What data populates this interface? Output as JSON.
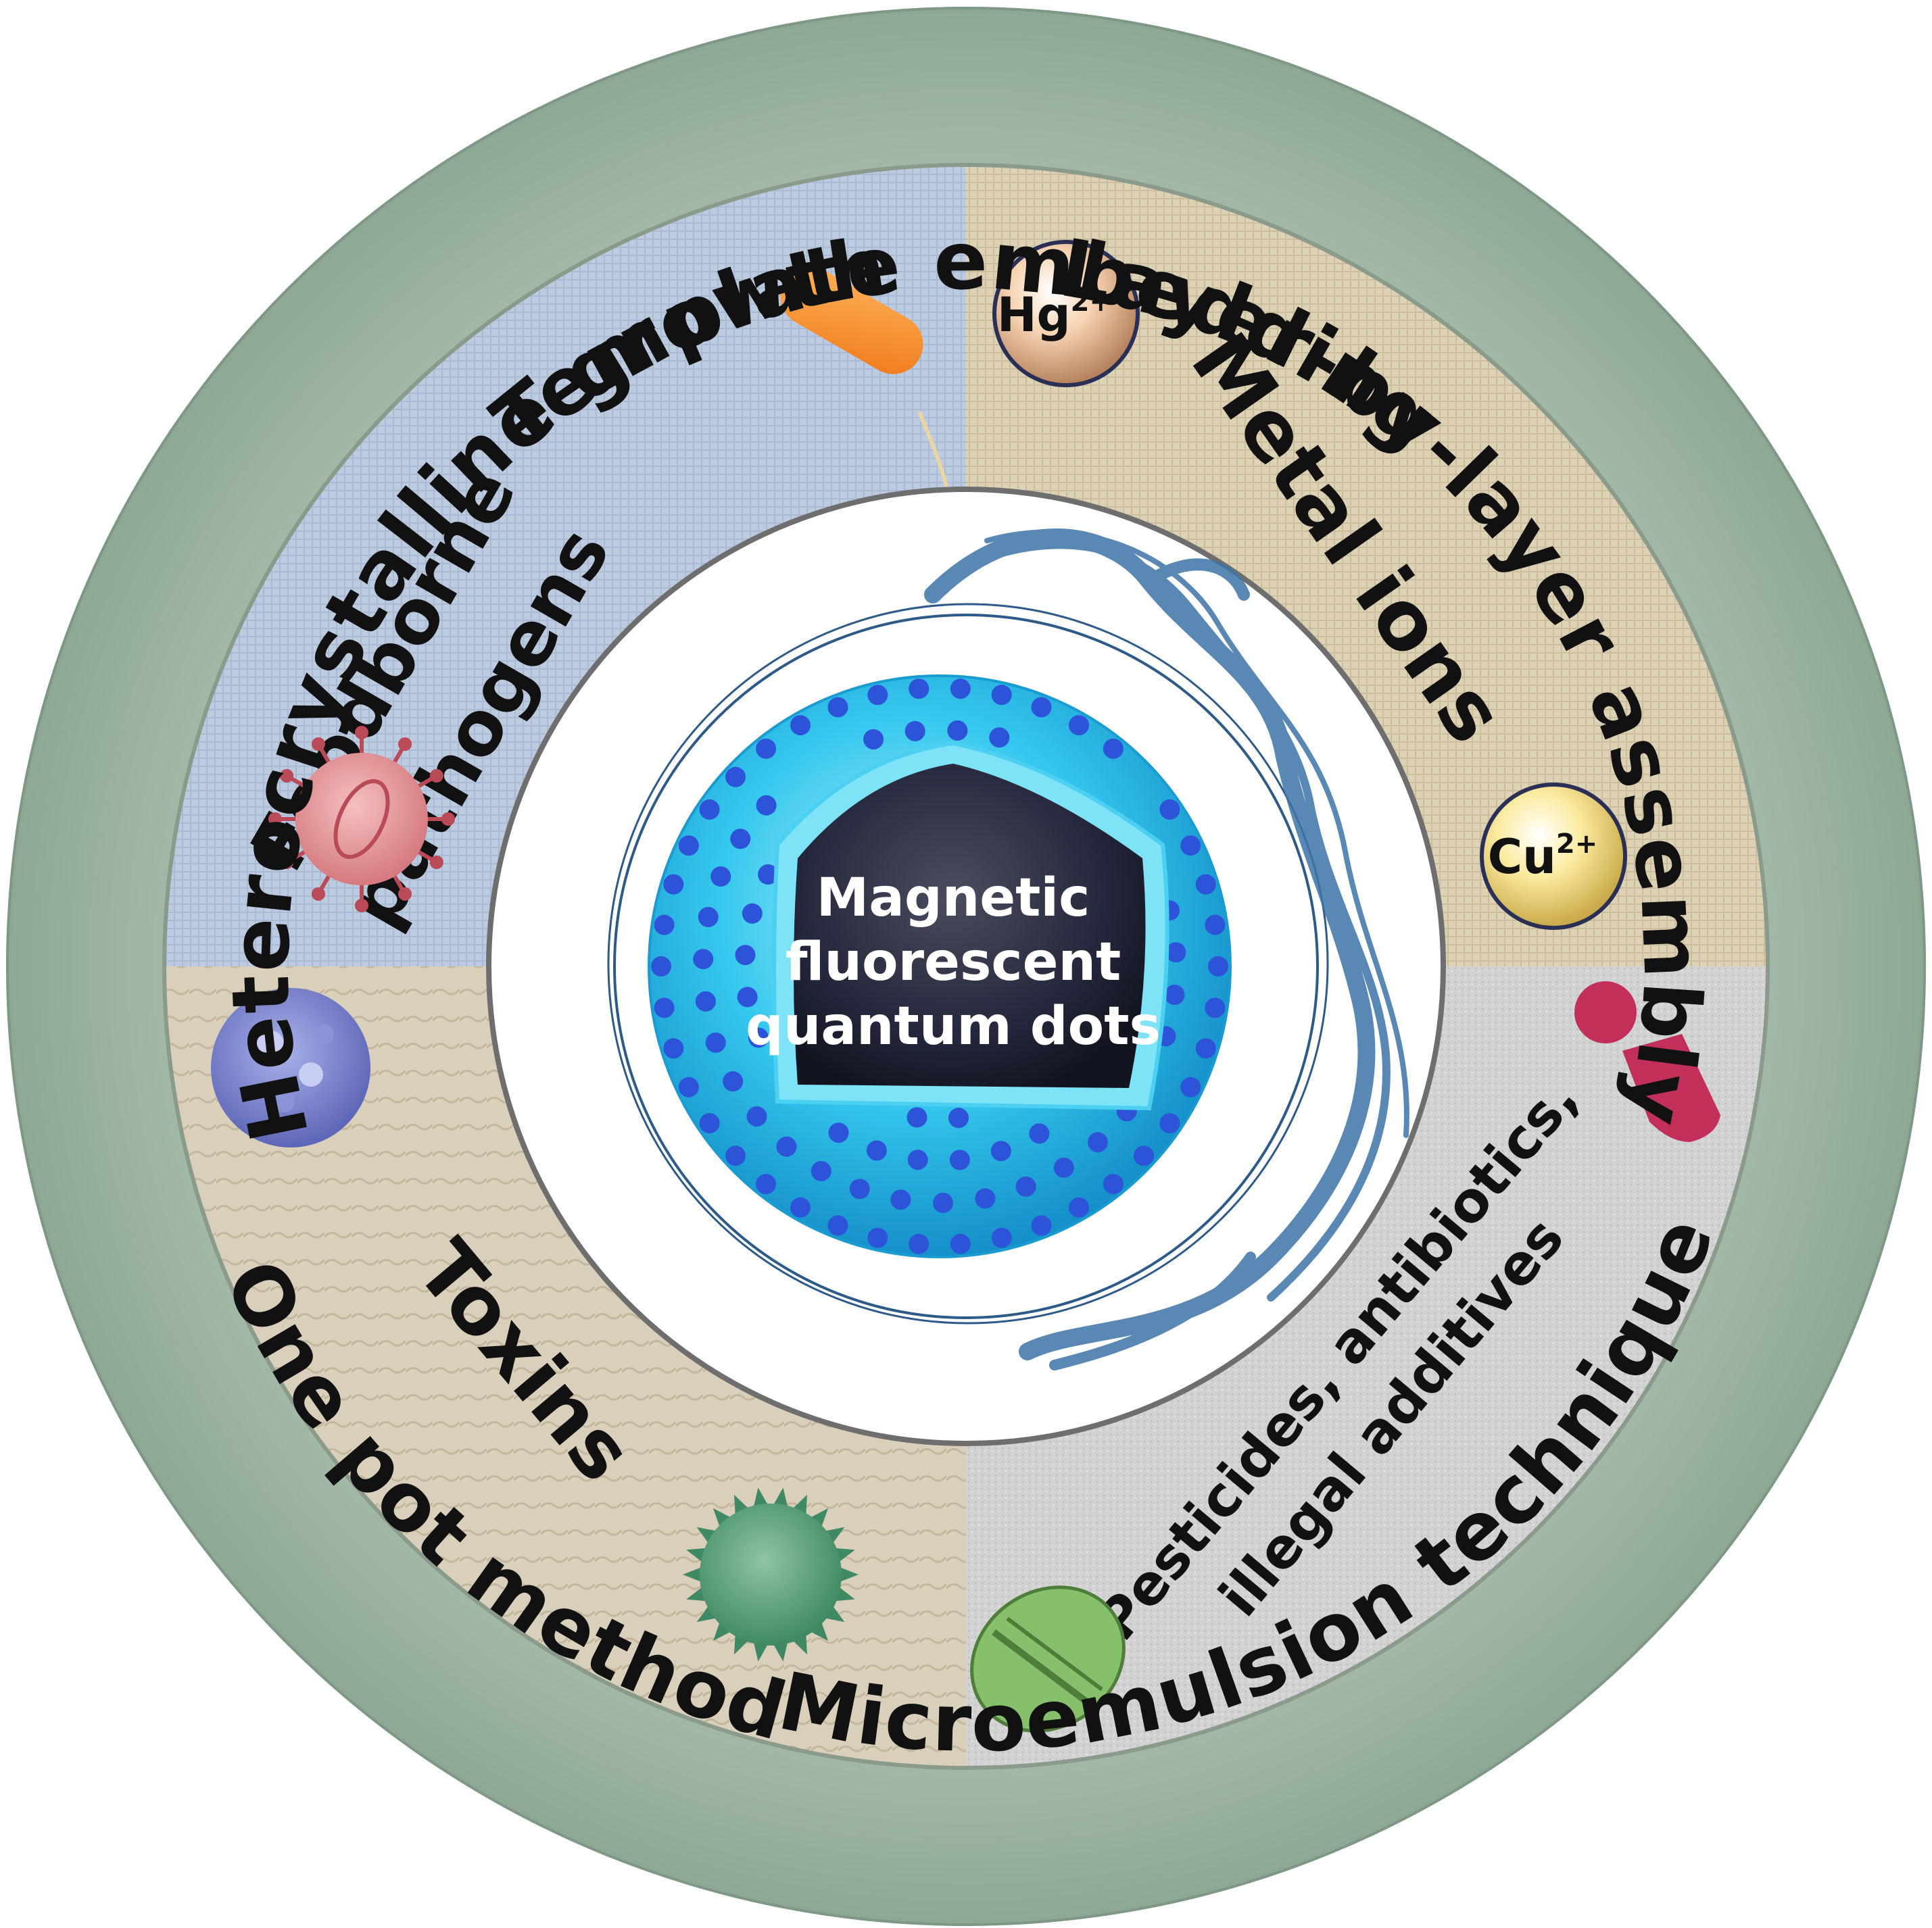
{
  "center": {
    "label_line1": "Magnetic",
    "label_line2": "fluorescent",
    "label_line3": "quantum dots"
  },
  "quadrants": {
    "foodborne_line1": "Foodborne",
    "foodborne_line2": "pathogens",
    "metal_ions": "Metal ions",
    "toxins": "Toxins",
    "pesticides_line1": "Pesticides, antibiotics,",
    "pesticides_line2": "illegal additives"
  },
  "ions": {
    "hg_symbol": "Hg",
    "hg_charge": "2+",
    "cu_symbol": "Cu",
    "cu_charge": "2+"
  },
  "methods": {
    "top": "Template embedding",
    "right": "Layer-by-layer assembly",
    "bottom_right": "Microemulsion technique",
    "bottom_left": "One pot method",
    "left": "Heterocrystalline growth"
  },
  "colors": {
    "outer_ring": "#9db3a0",
    "foodborne_bg": "#b9c9de",
    "metal_bg": "#d9cdb2",
    "toxins_bg": "#d8ccb6",
    "pesticides_bg": "#cfcfcf",
    "qd_shell": "#33c9ee",
    "qd_dots": "#2d53d9",
    "qd_core": "#1f2233",
    "smoke": "#3d74a8"
  }
}
